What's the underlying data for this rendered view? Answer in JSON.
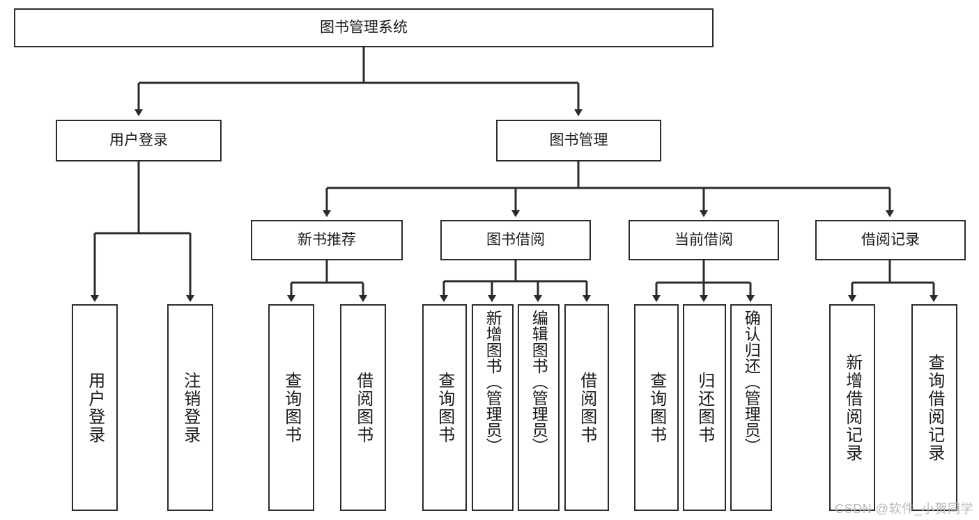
{
  "diagram": {
    "type": "tree",
    "title_node": {
      "id": "root",
      "label": "图书管理系统"
    },
    "levels": {
      "level1": [
        {
          "id": "user-login",
          "label": "用户登录"
        },
        {
          "id": "book-mgmt",
          "label": "图书管理"
        }
      ],
      "level2": [
        {
          "id": "new-book-rec",
          "label": "新书推荐"
        },
        {
          "id": "book-borrow",
          "label": "图书借阅"
        },
        {
          "id": "current-borrow",
          "label": "当前借阅"
        },
        {
          "id": "borrow-record",
          "label": "借阅记录"
        }
      ],
      "leaves": [
        {
          "id": "leaf-user-login",
          "label": "用户登录",
          "parent": "user-login"
        },
        {
          "id": "leaf-user-logout",
          "label": "注销登录",
          "parent": "user-login"
        },
        {
          "id": "leaf-query-book-1",
          "label": "查询图书",
          "parent": "new-book-rec"
        },
        {
          "id": "leaf-borrow-book-1",
          "label": "借阅图书",
          "parent": "new-book-rec"
        },
        {
          "id": "leaf-query-book-2",
          "label": "查询图书",
          "parent": "book-borrow"
        },
        {
          "id": "leaf-add-book",
          "label": "新增图书（管理员）",
          "parent": "book-borrow"
        },
        {
          "id": "leaf-edit-book",
          "label": "编辑图书（管理员）",
          "parent": "book-borrow"
        },
        {
          "id": "leaf-borrow-book-2",
          "label": "借阅图书",
          "parent": "book-borrow"
        },
        {
          "id": "leaf-query-book-3",
          "label": "查询图书",
          "parent": "current-borrow"
        },
        {
          "id": "leaf-return-book",
          "label": "归还图书",
          "parent": "current-borrow"
        },
        {
          "id": "leaf-confirm-return",
          "label": "确认归还（管理员）",
          "parent": "current-borrow"
        },
        {
          "id": "leaf-add-record",
          "label": "新增借阅记录",
          "parent": "borrow-record"
        },
        {
          "id": "leaf-query-record",
          "label": "查询借阅记录",
          "parent": "borrow-record"
        }
      ]
    },
    "colors": {
      "stroke": "#2b2b2b",
      "fill": "#ffffff",
      "text": "#1a1a1a",
      "watermark": "#b9b9b9"
    }
  },
  "watermark": {
    "text": "CSDN @软件_小贺同学"
  }
}
